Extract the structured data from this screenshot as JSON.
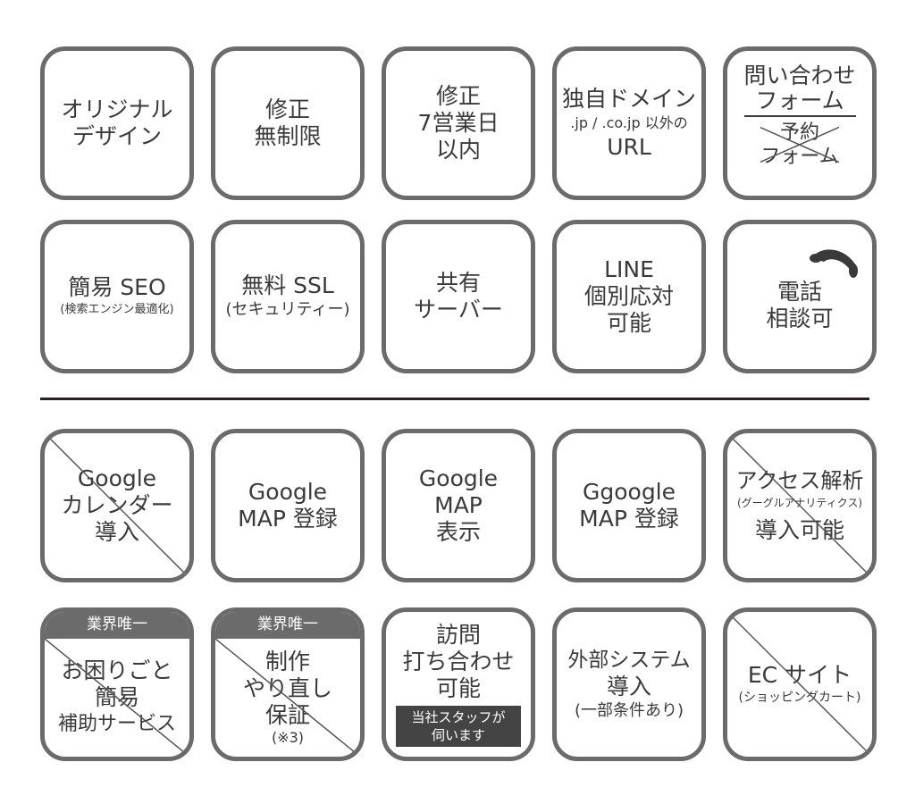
{
  "row1": [
    {
      "lines": [
        "オリジナル",
        "デザイン"
      ]
    },
    {
      "lines": [
        "修正",
        "無制限"
      ]
    },
    {
      "lines": [
        "修正",
        "7営業日",
        "以内"
      ]
    },
    {
      "title": "独自ドメイン",
      "sub": ".jp / .co.jp 以外の",
      "tail": "URL"
    },
    {
      "lines": [
        "問い合わせ",
        "フォーム"
      ],
      "struck": [
        "予約",
        "フォーム"
      ]
    }
  ],
  "row2": [
    {
      "title": "簡易 SEO",
      "sub": "(検索エンジン最適化)"
    },
    {
      "title": "無料 SSL",
      "sub": "(セキュリティー)"
    },
    {
      "lines": [
        "共有",
        "サーバー"
      ]
    },
    {
      "lines": [
        "LINE",
        "個別応対",
        "可能"
      ]
    },
    {
      "lines": [
        "電話",
        "相談可"
      ],
      "icon": "phone-icon"
    }
  ],
  "row3": [
    {
      "lines": [
        "Google",
        "カレンダー",
        "導入"
      ],
      "crossed": true
    },
    {
      "lines": [
        "Google",
        "MAP 登録"
      ]
    },
    {
      "lines": [
        "Google",
        "MAP",
        "表示"
      ]
    },
    {
      "lines": [
        "Ggoogle",
        "MAP 登録"
      ]
    },
    {
      "title": "アクセス解析",
      "sub": "(グーグルアナリティクス)",
      "tail": "導入可能",
      "crossed": true
    }
  ],
  "row4": [
    {
      "badge": "業界唯一",
      "lines": [
        "お困りごと",
        "簡易",
        "補助サービス"
      ],
      "crossed": true
    },
    {
      "badge": "業界唯一",
      "lines": [
        "制作",
        "やり直し",
        "保証"
      ],
      "note": "(※3)",
      "crossed": true
    },
    {
      "lines": [
        "訪問",
        "打ち合わせ",
        "可能"
      ],
      "box": [
        "当社スタッフが",
        "伺います"
      ]
    },
    {
      "lines": [
        "外部システム",
        "導入"
      ],
      "note": "(一部条件あり)"
    },
    {
      "title": "EC サイト",
      "sub": "(ショッピングカート)",
      "crossed": true
    }
  ],
  "colors": {
    "border": "#6b6b6b",
    "text": "#3a3a3a",
    "divider": "#2a1f22"
  }
}
